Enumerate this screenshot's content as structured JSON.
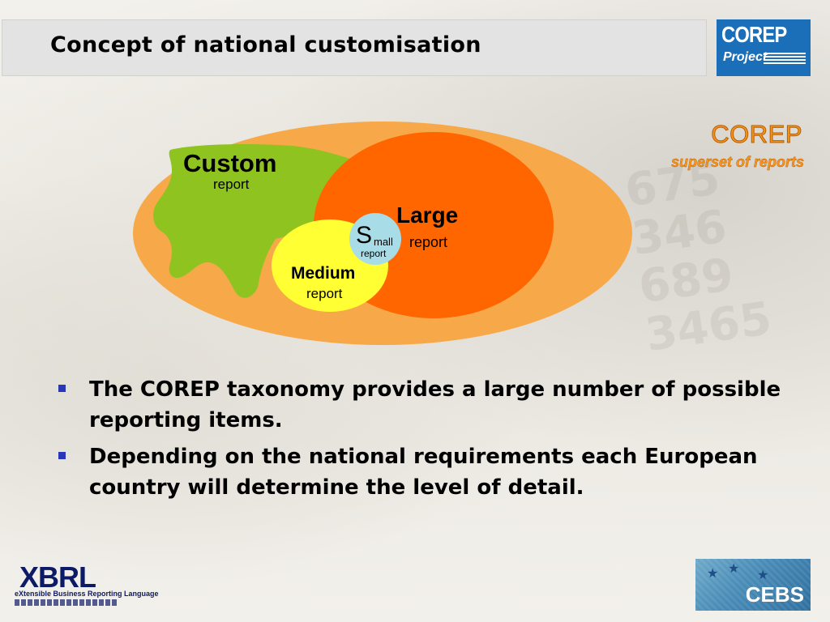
{
  "slide": {
    "title": "Concept of national customisation"
  },
  "logos": {
    "corep_logo_line1": "COREP",
    "corep_logo_line2": "Project",
    "xbrl_logo_text": "XBRL",
    "xbrl_logo_subtext": "eXtensible Business Reporting Language",
    "cebs_logo_text": "CEBS"
  },
  "diagram": {
    "superset_title": "COREP",
    "superset_subtitle": "superset of reports",
    "custom_title": "Custom",
    "custom_sub": "report",
    "large_title": "Large",
    "large_sub": "report",
    "small_initial": "S",
    "small_rest": "mall",
    "small_sub": "report",
    "medium_title": "Medium",
    "medium_sub": "report",
    "colors": {
      "superset": "#f7a94a",
      "custom": "#8fc31f",
      "large": "#ff6600",
      "medium": "#ffff33",
      "small": "#a8dde8"
    }
  },
  "bullets": [
    "The COREP taxonomy provides a large number of possible reporting items.",
    "Depending on the national requirements each European country will determine the level of detail."
  ]
}
